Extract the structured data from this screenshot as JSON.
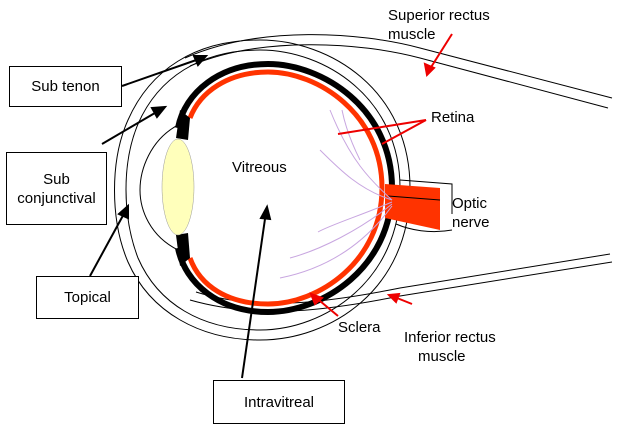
{
  "route_boxes": {
    "sub_tenon": "Sub tenon",
    "sub_conjunctival_line1": "Sub",
    "sub_conjunctival_line2": "conjunctival",
    "topical": "Topical",
    "intravitreal": "Intravitreal"
  },
  "anatomy_labels": {
    "superior_rectus_line1": "Superior rectus",
    "superior_rectus_line2": "muscle",
    "retina": "Retina",
    "vitreous": "Vitreous",
    "optic_nerve_line1": "Optic",
    "optic_nerve_line2": "nerve",
    "sclera": "Sclera",
    "inferior_rectus_line1": "Inferior rectus",
    "inferior_rectus_line2": "muscle"
  },
  "colors": {
    "retina": "#ff3300",
    "choroid_black": "#000000",
    "lens": "#ffffbb",
    "pointer_red": "#ee0000",
    "vessels": "#c8a6e0"
  }
}
